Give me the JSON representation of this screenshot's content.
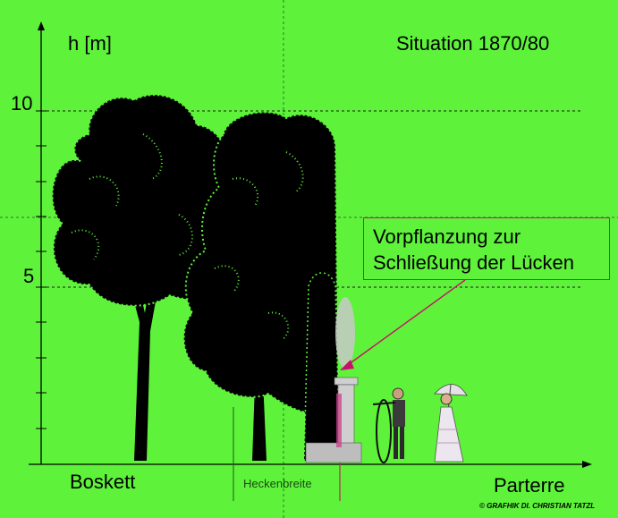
{
  "diagram": {
    "axis_label": "h [m]",
    "title": "Situation 1870/80",
    "y_tick_labels": [
      "10",
      "5"
    ],
    "callout_text": "Vorpflanzung zur Schließung der Lücken",
    "left_label": "Boskett",
    "right_label": "Parterre",
    "width_label": "Heckenbreite",
    "copyright": "© GRAFHIK DI. CHRISTIAN TATZL",
    "colors": {
      "background": "#5ef23b",
      "gridline": "#2a7a1f",
      "tree_canopy": "#000000",
      "callout_border": "#c02060",
      "arrow": "#c8106a"
    }
  }
}
